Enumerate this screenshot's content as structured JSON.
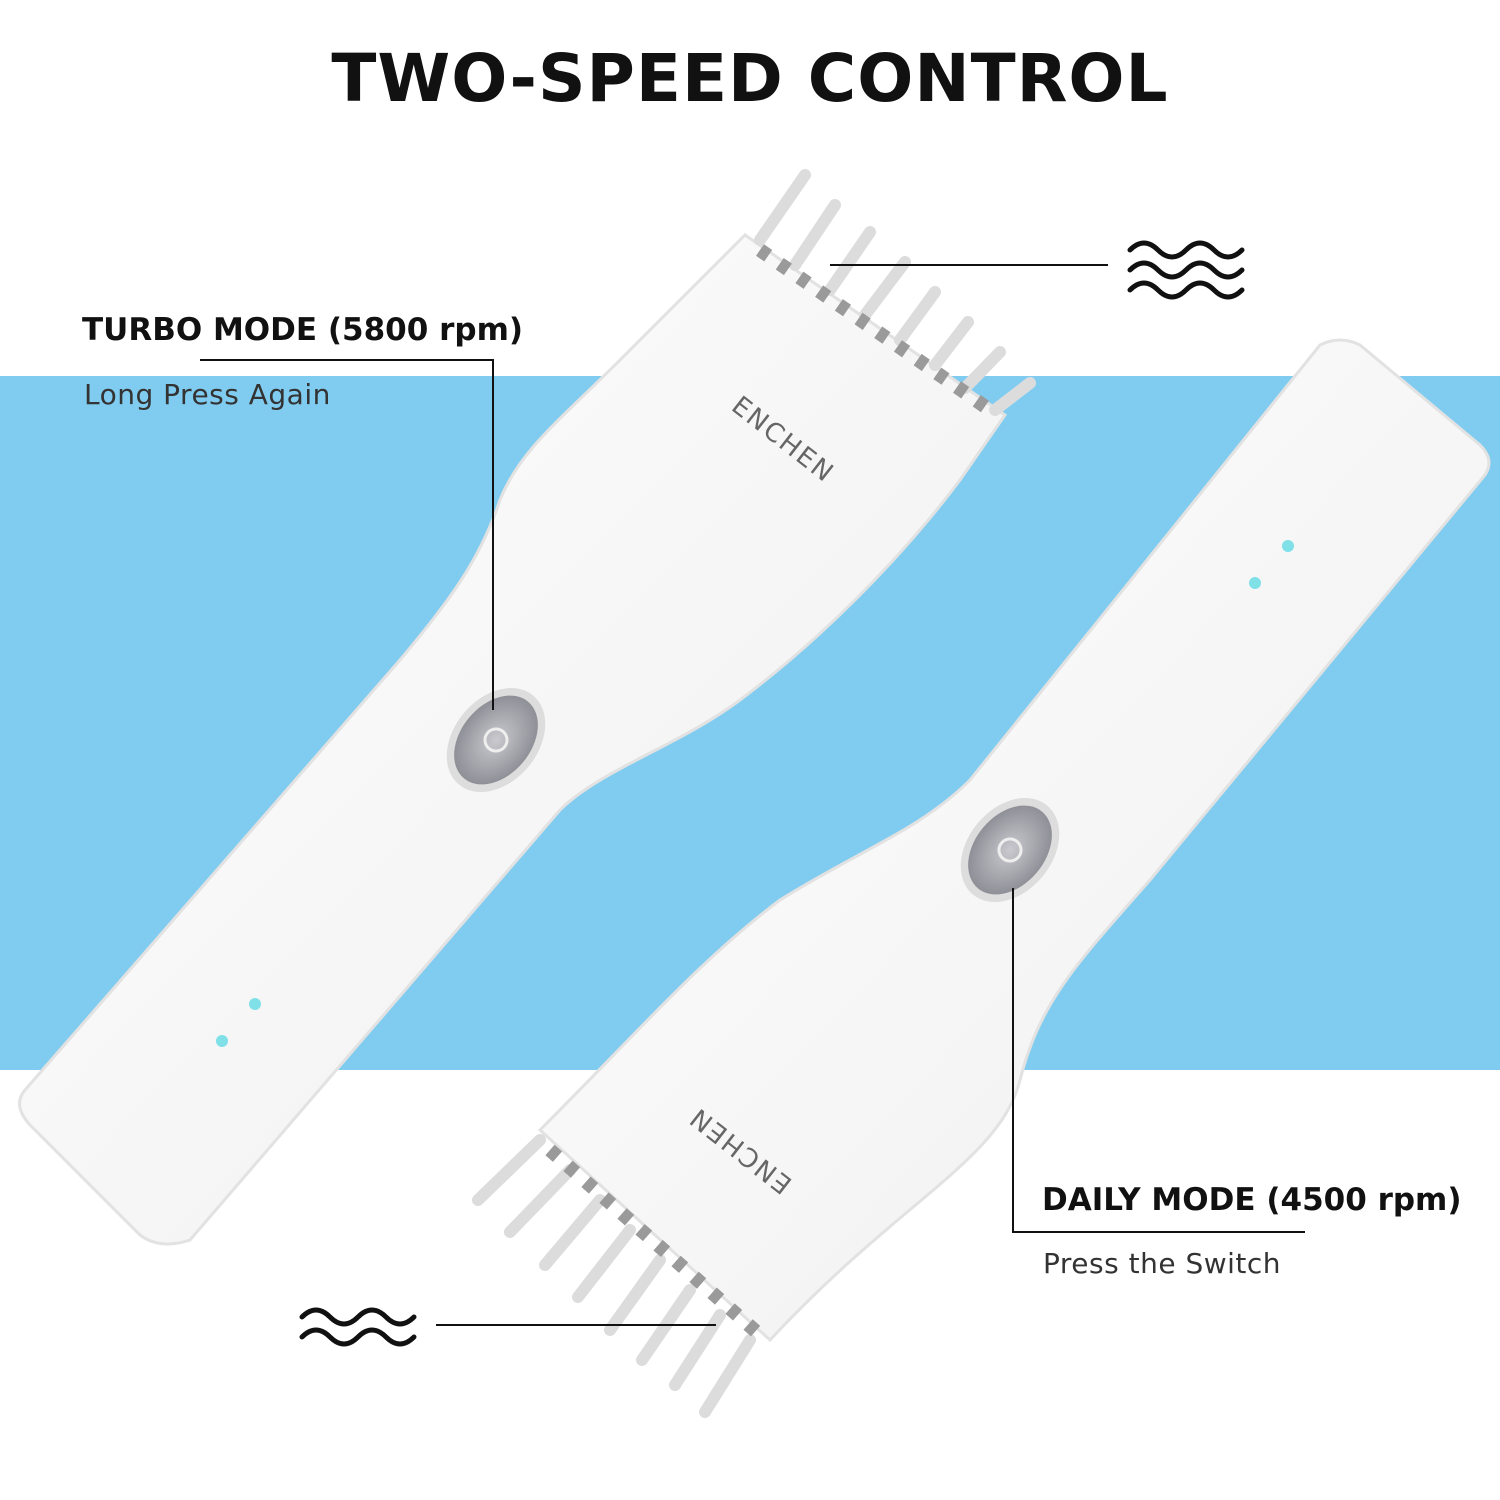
{
  "title": "TWO-SPEED CONTROL",
  "turbo": {
    "label": "TURBO MODE (5800 rpm)",
    "instruction": "Long Press Again"
  },
  "daily": {
    "label": "DAILY MODE (4500 rpm)",
    "instruction": "Press the Switch"
  },
  "brand": "ENCHEN",
  "colors": {
    "band": "#80CCF0",
    "led": "#7fe0e8",
    "text": "#111111"
  },
  "icons": [
    "wave-icon-turbo",
    "wave-icon-daily",
    "power-icon"
  ]
}
